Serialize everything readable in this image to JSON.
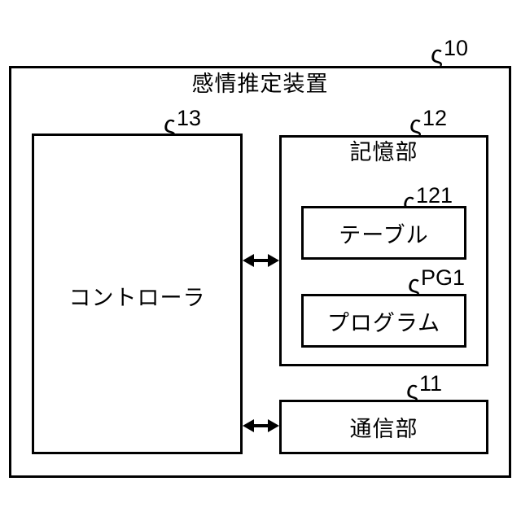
{
  "diagram": {
    "title": "感情推定装置",
    "blocks": {
      "controller": "コントローラ",
      "storage": "記憶部",
      "table": "テーブル",
      "program": "プログラム",
      "comm": "通信部"
    },
    "refs": {
      "device": "10",
      "controller": "13",
      "storage": "12",
      "table": "121",
      "program": "PG1",
      "comm": "11"
    },
    "icons": {
      "leader_squiggle": "ς"
    },
    "colors": {
      "line": "#000000",
      "background": "#ffffff"
    }
  }
}
